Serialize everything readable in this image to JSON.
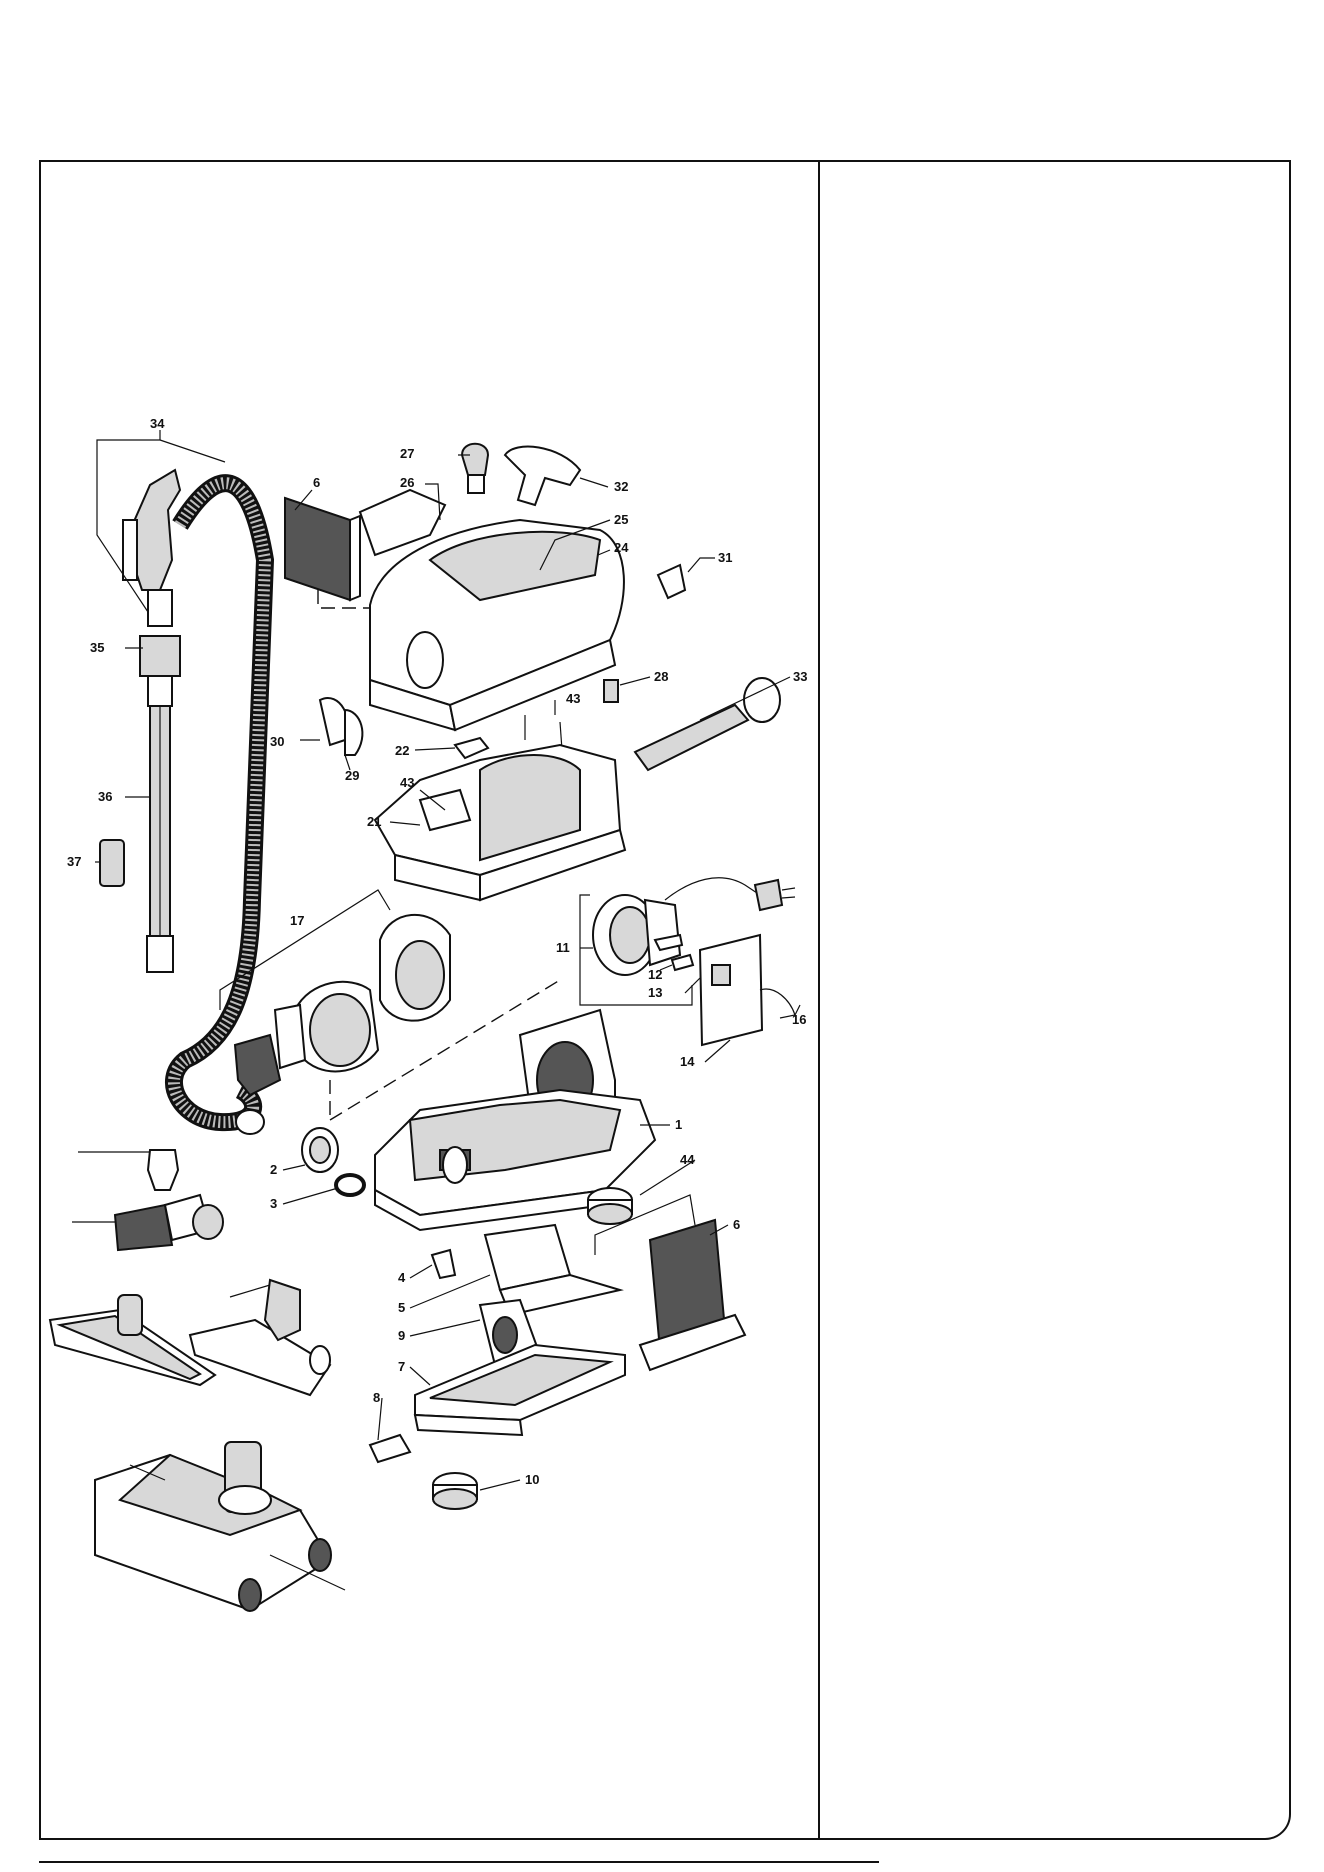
{
  "diagram": {
    "callouts": [
      "34",
      "6",
      "27",
      "26",
      "32",
      "25",
      "24",
      "31",
      "35",
      "28",
      "33",
      "43",
      "30",
      "22",
      "29",
      "43",
      "21",
      "36",
      "37",
      "17",
      "11",
      "12",
      "13",
      "16",
      "14",
      "1",
      "44",
      "2",
      "3",
      "6",
      "4",
      "5",
      "9",
      "7",
      "8",
      "10"
    ]
  }
}
